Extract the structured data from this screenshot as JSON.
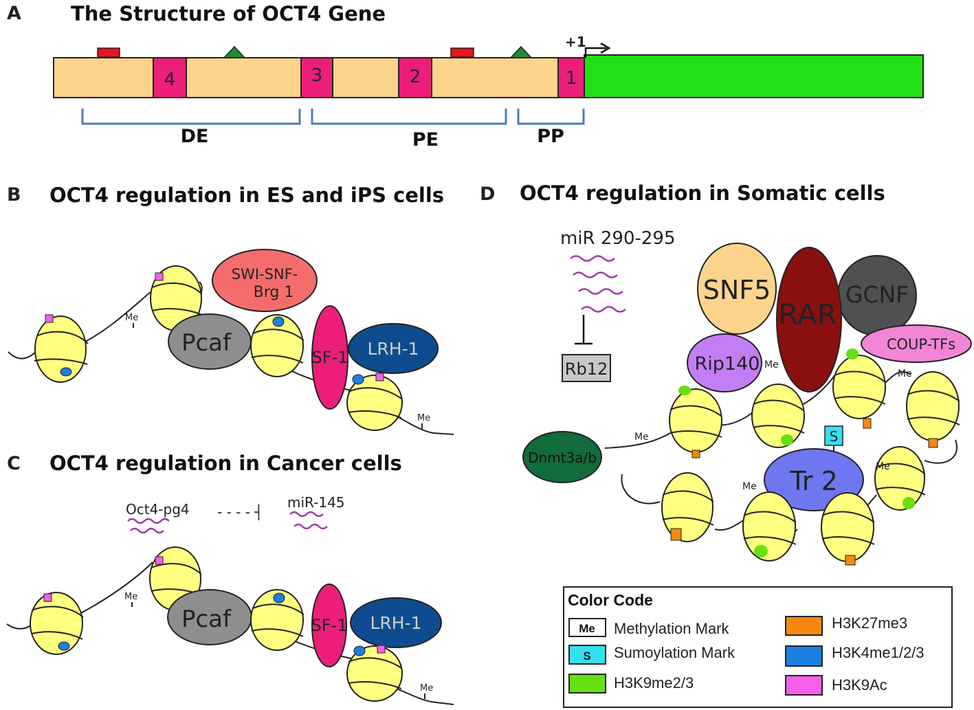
{
  "panels": {
    "a": {
      "letter": "A",
      "title": "The Structure of OCT4 Gene"
    },
    "b": {
      "letter": "B",
      "title": "OCT4 regulation in ES and iPS cells"
    },
    "c": {
      "letter": "C",
      "title": "OCT4 regulation in Cancer cells"
    },
    "d": {
      "letter": "D",
      "title": "OCT4 regulation in Somatic cells"
    }
  },
  "gene": {
    "exons": [
      "4",
      "3",
      "2",
      "1"
    ],
    "tss": "+1",
    "regions": [
      "DE",
      "PE",
      "PP"
    ],
    "colors": {
      "promoter": "#fcd48b",
      "exon": "#ec1e79",
      "coding": "#22e018",
      "bracket": "#4a7bc2"
    }
  },
  "panel_b": {
    "proteins": {
      "swi": "SWI-SNF-",
      "brg": "Brg 1",
      "pcaf": "Pcaf",
      "sf1": "SF-1",
      "lrh1": "LRH-1"
    },
    "me_mark": "Me"
  },
  "panel_c": {
    "pseudogene": "Oct4-pg4",
    "dashes": "- - - - ┤",
    "mirna": "miR-145",
    "proteins": {
      "pcaf": "Pcaf",
      "sf1": "SF-1",
      "lrh1": "LRH-1"
    },
    "me_mark": "Me"
  },
  "panel_d": {
    "mirna": "miR 290-295",
    "target": "Rb12",
    "proteins": {
      "snf5": "SNF5",
      "rar": "RAR",
      "gcnf": "GCNF",
      "coup": "COUP-TFs",
      "rip140": "Rip140",
      "dnmt": "Dnmt3a/b",
      "tr2": "Tr 2"
    },
    "sumo_mark": "S",
    "me_mark": "Me"
  },
  "legend": {
    "title": "Color Code",
    "items": [
      {
        "chip": "Me",
        "label": "Methylation Mark",
        "color": "#ffffff"
      },
      {
        "chip": "S",
        "label": "Sumoylation Mark",
        "color": "#33e0f0"
      },
      {
        "chip": "",
        "label": "H3K9me2/3",
        "color": "#66e010"
      },
      {
        "chip": "",
        "label": "H3K27me3",
        "color": "#f7880f"
      },
      {
        "chip": "",
        "label": "H3K4me1/2/3",
        "color": "#1b7fe0"
      },
      {
        "chip": "",
        "label": "H3K9Ac",
        "color": "#f560e8"
      }
    ]
  }
}
